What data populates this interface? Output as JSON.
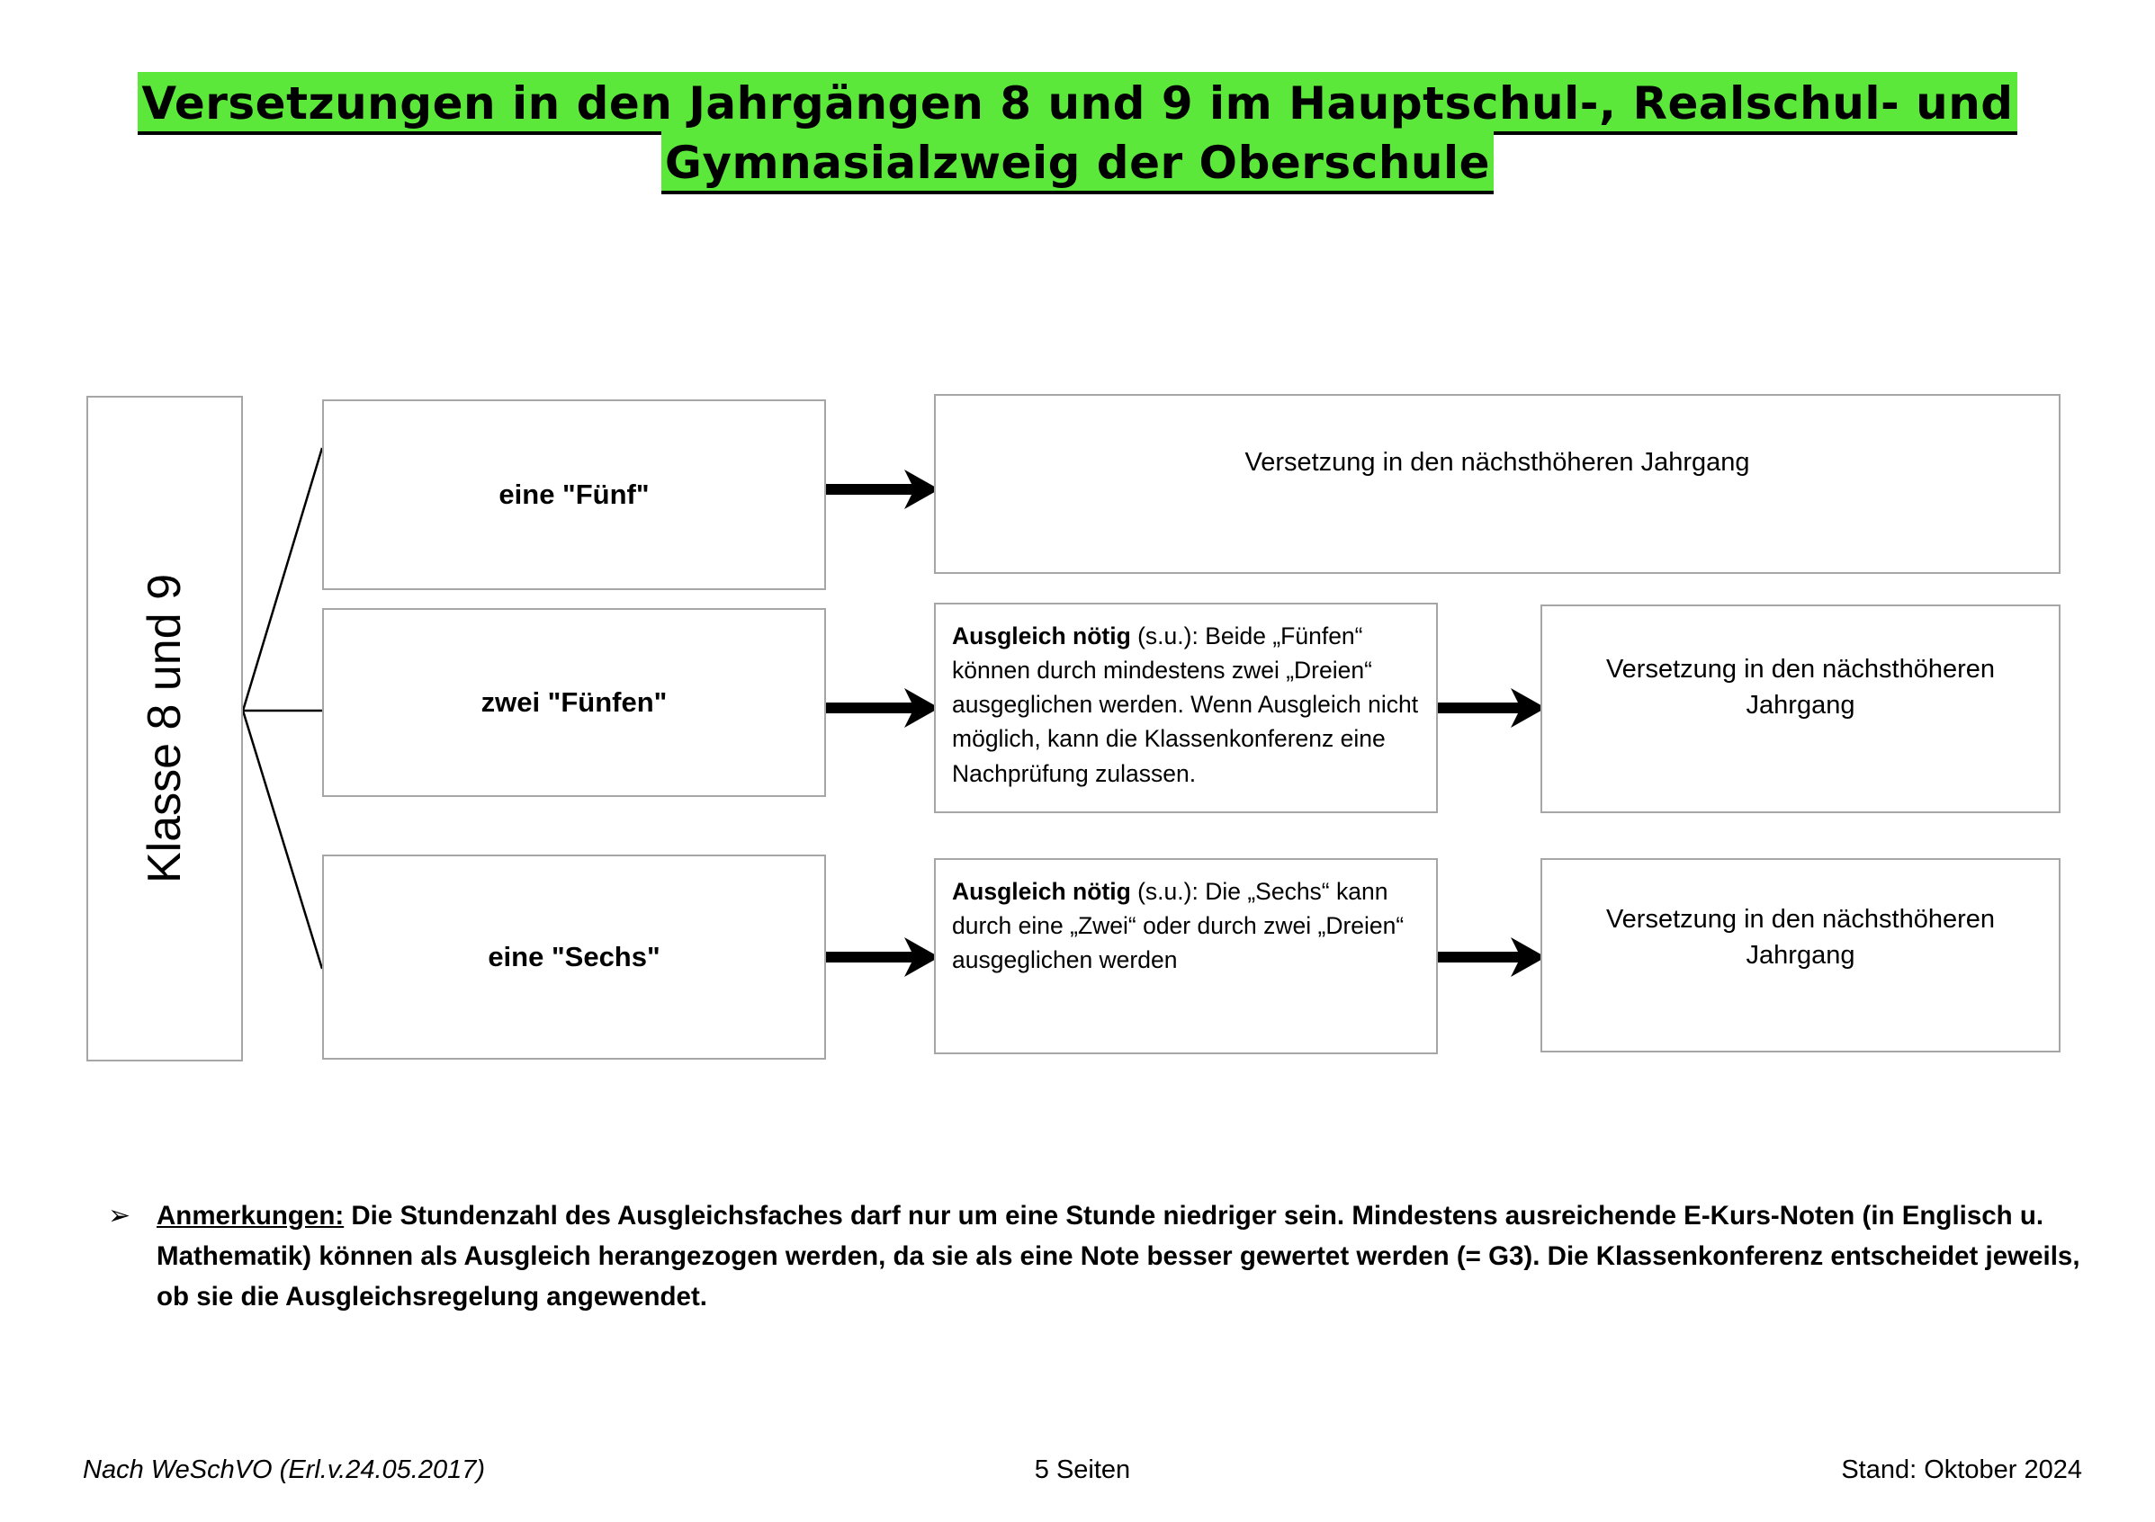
{
  "title": {
    "line1": "Versetzungen in den Jahrgängen 8 und 9  im Hauptschul-, Realschul- und",
    "line2": "Gymnasialzweig der Oberschule",
    "highlight_color": "#5CE83A",
    "text_color": "#000000"
  },
  "diagram": {
    "class_label": "Klasse 8 und 9",
    "criteria": [
      {
        "label": "eine \"Fünf\""
      },
      {
        "label": "zwei \"Fünfen\""
      },
      {
        "label": "eine \"Sechs\""
      }
    ],
    "explanations": [
      {
        "bold": "Ausgleich nötig",
        "rest": " (s.u.): Beide „Fünfen“ können durch mindestens zwei „Dreien“ ausgeglichen werden. Wenn Ausgleich nicht möglich, kann die Klassenkonferenz eine Nachprüfung zulassen."
      },
      {
        "bold": "Ausgleich nötig",
        "rest": " (s.u.): Die „Sechs“ kann durch eine „Zwei“ oder durch zwei „Dreien“ ausgeglichen werden"
      }
    ],
    "results": [
      {
        "text": "Versetzung in den nächsthöheren Jahrgang"
      },
      {
        "text": "Versetzung in den nächsthöheren Jahrgang"
      },
      {
        "text": "Versetzung in den nächsthöheren Jahrgang"
      }
    ],
    "box_border_color": "#a6a6a6",
    "arrow_color": "#000000",
    "connector_color": "#000000"
  },
  "notes": {
    "bullet": "➢",
    "heading": "Anmerkungen:",
    "text": " Die Stundenzahl des Ausgleichsfaches darf nur um eine Stunde niedriger sein. Mindestens ausreichende E-Kurs-Noten (in Englisch u. Mathematik) können als Ausgleich herangezogen werden, da sie als eine Note besser gewertet werden (= G3). Die Klassenkonferenz entscheidet jeweils, ob sie die Ausgleichsregelung angewendet."
  },
  "footer": {
    "left": "Nach WeSchVO (Erl.v.24.05.2017)",
    "center": "5 Seiten",
    "right": "Stand: Oktober 2024"
  }
}
